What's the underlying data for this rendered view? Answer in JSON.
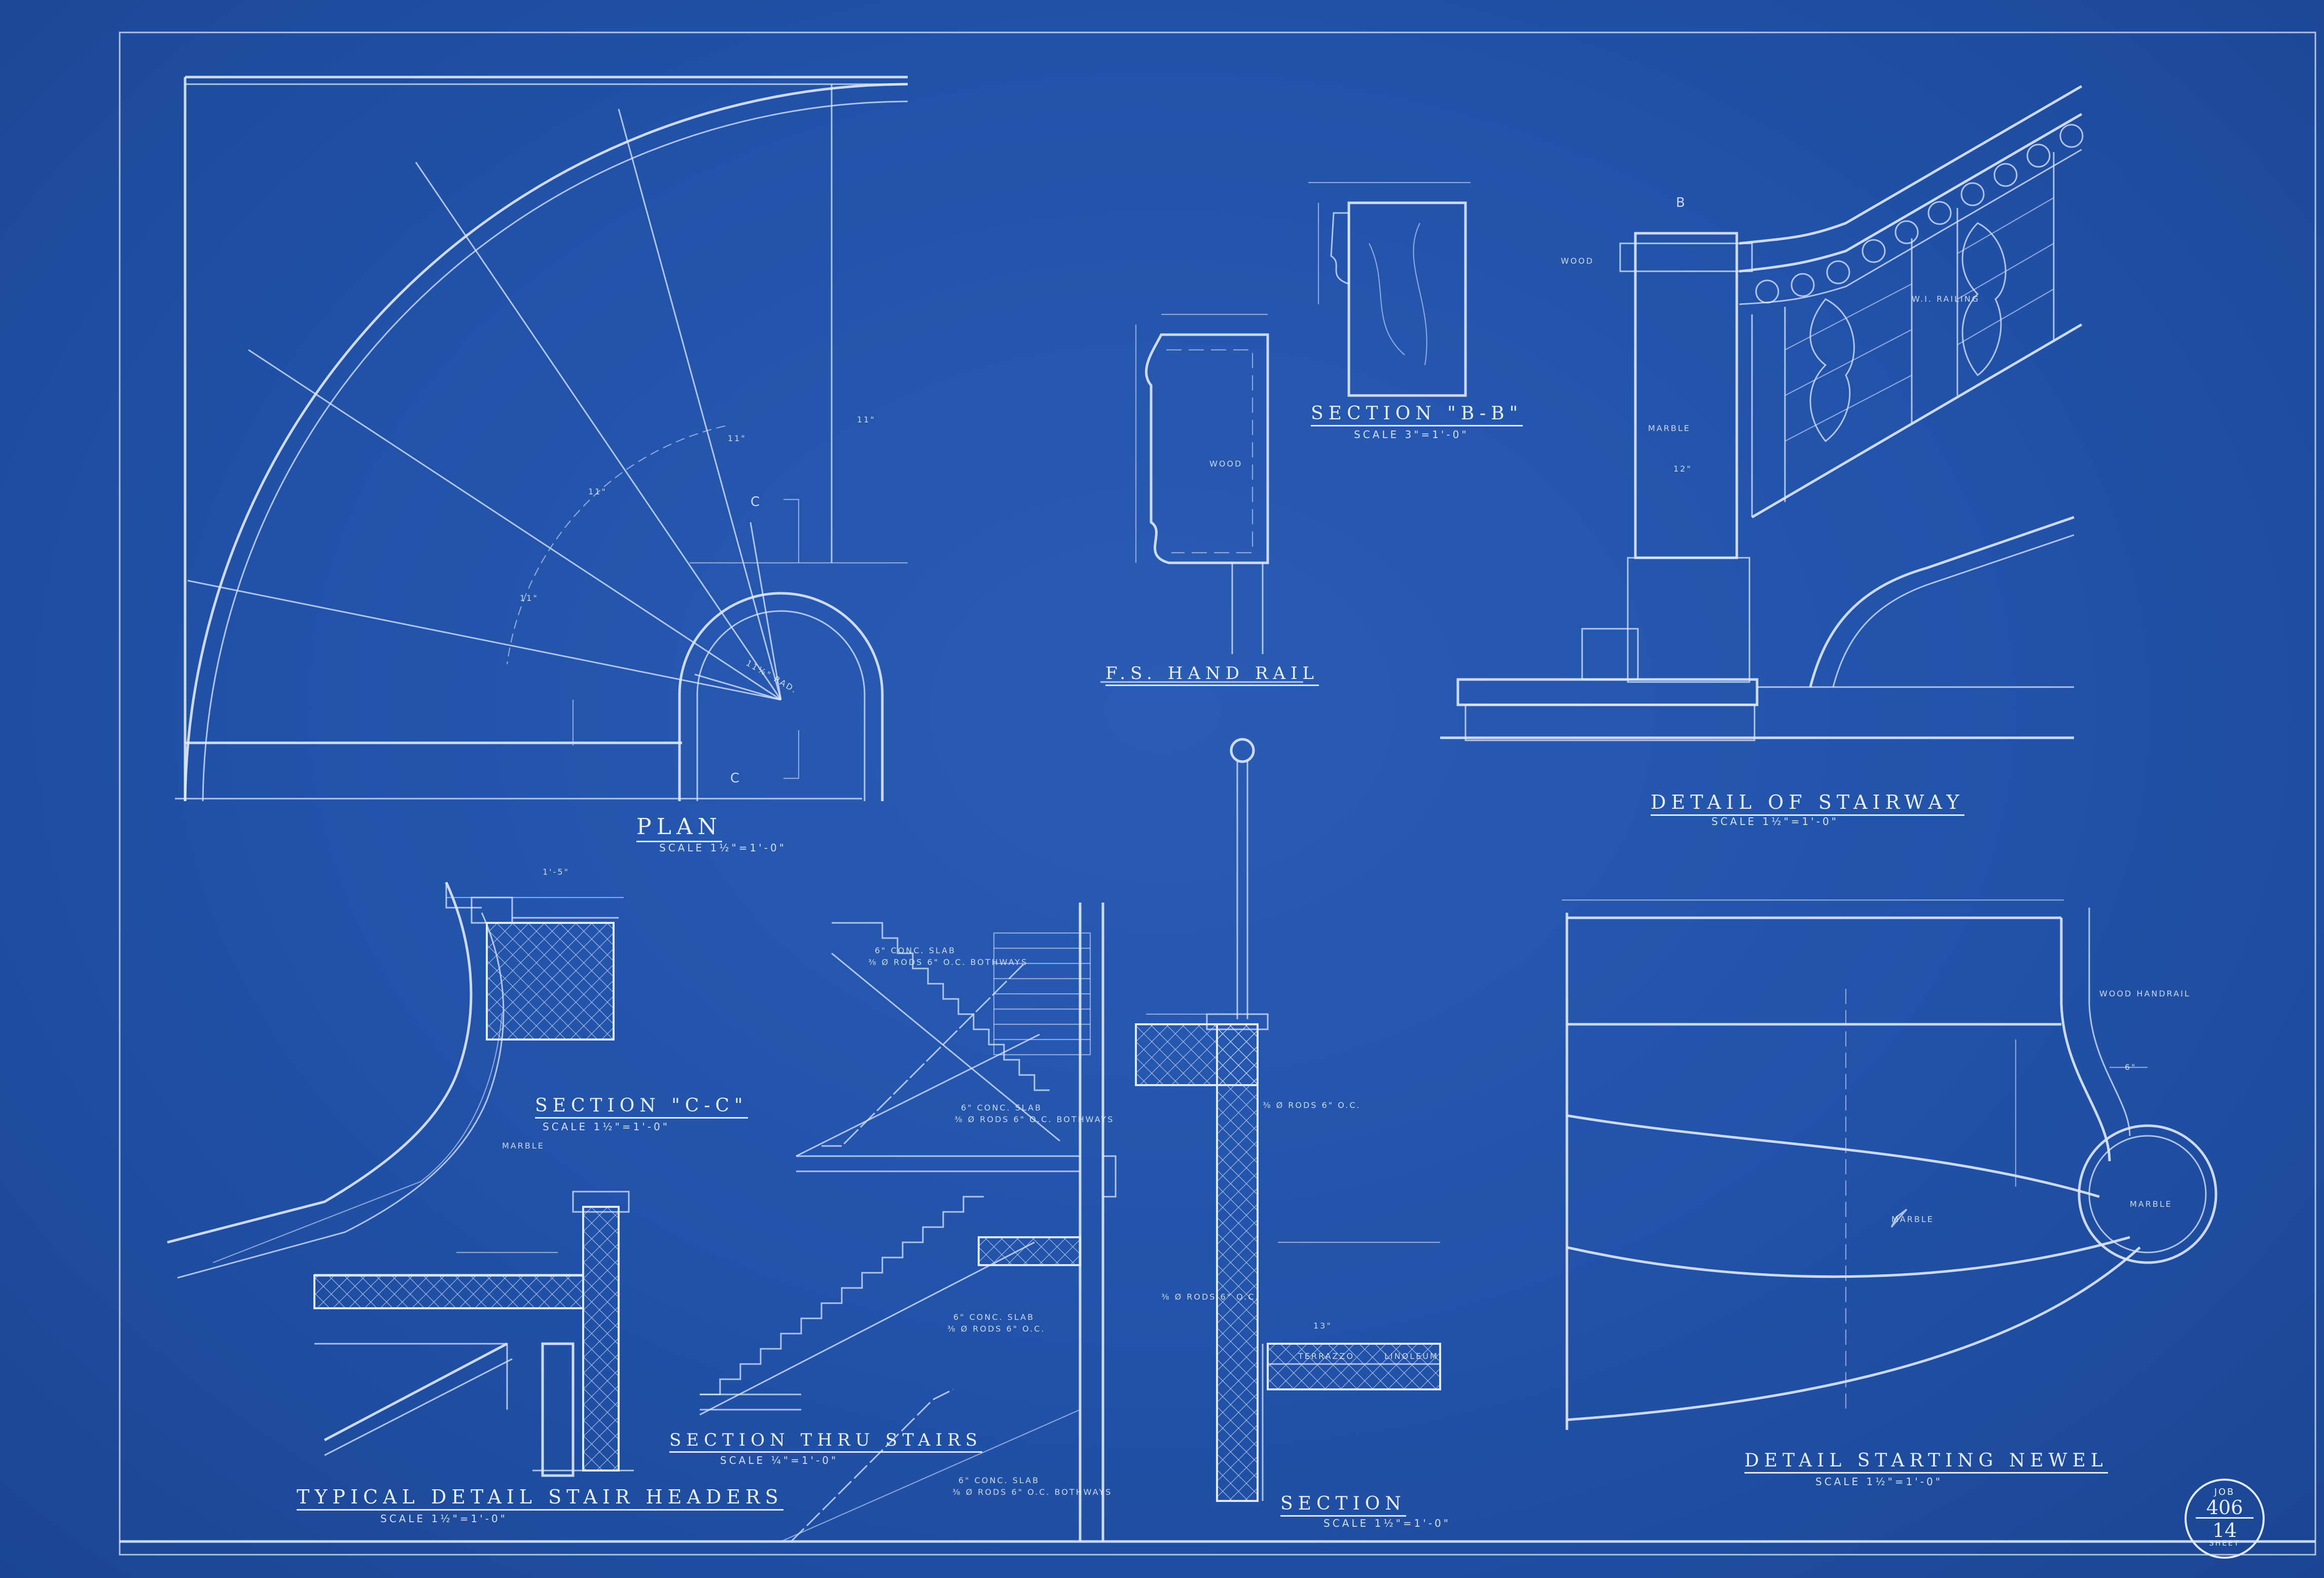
{
  "sheet": {
    "titles": {
      "plan": "PLAN",
      "plan_scale": "SCALE 1½\"=1'-0\"",
      "handrail": "F.S. HAND RAIL",
      "section_bb": "SECTION \"B-B\"",
      "section_bb_scale": "SCALE 3\"=1'-0\"",
      "stairway": "DETAIL OF STAIRWAY",
      "stairway_scale": "SCALE 1½\"=1'-0\"",
      "section_cc": "SECTION \"C-C\"",
      "section_cc_scale": "SCALE 1½\"=1'-0\"",
      "headers": "TYPICAL DETAIL STAIR HEADERS",
      "headers_scale": "SCALE 1½\"=1'-0\"",
      "thru_stairs": "SECTION THRU STAIRS",
      "thru_stairs_scale": "SCALE ¼\"=1'-0\"",
      "section": "SECTION",
      "section_scale": "SCALE 1½\"=1'-0\"",
      "newel": "DETAIL STARTING NEWEL",
      "newel_scale": "SCALE 1½\"=1'-0\""
    },
    "notes": {
      "wood": "WOOD",
      "wood2": "WOOD",
      "marble": "MARBLE",
      "marble2": "MARBLE",
      "marble3": "MARBLE",
      "marble4": "MARBLE",
      "wi_railing": "W.I. RAILING",
      "wood_handrail": "WOOD HANDRAIL",
      "conc_slab_1": "6\" CONC. SLAB",
      "rods_1": "⅜ Ø RODS 6\" O.C. BOTHWAYS",
      "conc_slab_2": "6\" CONC. SLAB",
      "rods_2": "⅜ Ø RODS 6\" O.C. BOTHWAYS",
      "conc_slab_3": "6\" CONC. SLAB",
      "rods_3": "⅜ Ø RODS 6\" O.C.",
      "conc_slab_4": "6\" CONC. SLAB",
      "rods_4": "⅜ Ø RODS 6\" O.C. BOTHWAYS",
      "terrazzo": "TERRAZZO",
      "linoleum": "LINOLEUM",
      "rods_s1": "⅜ Ø RODS 6\" O.C.",
      "rods_s2": "⅜ Ø RODS 6\" O.C.",
      "rad": "11⅛\" RAD.",
      "d_11a": "11\"",
      "d_11b": "11\"",
      "d_11c": "11\"",
      "d_11d": "11\"",
      "d_12": "12\"",
      "d_13": "13\"",
      "d_15": "1'-5\"",
      "d_6": "6\"",
      "d_b": "B",
      "d_c1": "C",
      "d_c2": "C"
    },
    "job": {
      "label": "JOB",
      "number": "406",
      "sheet_no": "14",
      "sheet_label": "SHEET"
    }
  }
}
